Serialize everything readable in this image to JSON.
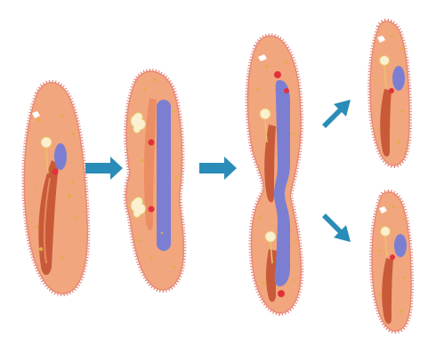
{
  "figure": {
    "stages": [
      {
        "name": "parent-cell"
      },
      {
        "name": "macronucleus-elongating"
      },
      {
        "name": "cell-constricting"
      },
      {
        "name": "daughter-cell-top"
      },
      {
        "name": "daughter-cell-bottom"
      }
    ],
    "colors": {
      "cell_body": "#f2a67d",
      "cell_body_dark": "#e8885c",
      "cilia": "#e07a6e",
      "outline": "#e88a78",
      "macronucleus": "#7c7fd1",
      "micronucleus": "#e0313c",
      "oral_groove": "#c85a3a",
      "vacuole": "#fbf0d0",
      "food_particle": "#d9b23a",
      "arrow": "#2a8cb8"
    },
    "icons": [
      "paramecium-cell",
      "arrow-right-icon",
      "arrow-up-right-icon",
      "arrow-down-right-icon"
    ]
  }
}
